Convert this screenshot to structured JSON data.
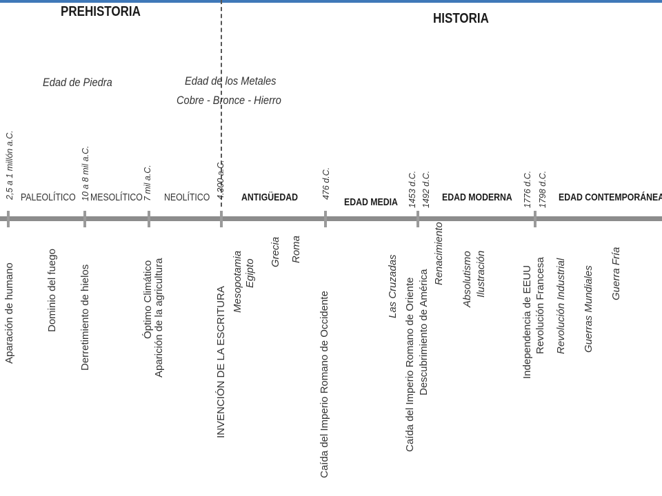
{
  "titles": {
    "prehistoria": "PREHISTORIA",
    "historia": "HISTORIA"
  },
  "captions": {
    "edad_piedra": "Edad de Piedra",
    "edad_metales": "Edad de los Metales",
    "metales": "Cobre - Bronce - Hierro"
  },
  "periods": [
    "PALEOLÍTICO",
    "MESOLÍTICO",
    "NEOLÍTICO",
    "ANTIGÜEDAD",
    "EDAD MEDIA",
    "EDAD MODERNA",
    "EDAD CONTEMPORÁNEA"
  ],
  "dates": [
    "2,5 a 1 millón a.C.",
    "10 a 8 mil a.C.",
    "7 mil a.C.",
    "4.300 a.C.",
    "476 d.C.",
    "1453 d.C.",
    "1492 d.C.",
    "1776 d.C.",
    "1798 d.C."
  ],
  "events": [
    "Aparación de humano",
    "Dominio del fuego",
    "Derretimiento de hielos",
    "Óptimo Climático",
    "Aparición de la agricultura",
    "INVENCIÓN DE LA ESCRITURA",
    "Mesopotamia",
    "Egipto",
    "Grecia",
    "Roma",
    "Caída del Imperio Romano de Occidente",
    "Las Cruzadas",
    "Caída del Imperio Romano de Oriente",
    "Descubrimiento de América",
    "Renacimiento",
    "Absolutismo",
    "Ilustración",
    "Independencia de  EEUU",
    "Revolución Francesa",
    "Revolución Industrial",
    "Guerras Mundiales",
    "Guerra Fría"
  ]
}
